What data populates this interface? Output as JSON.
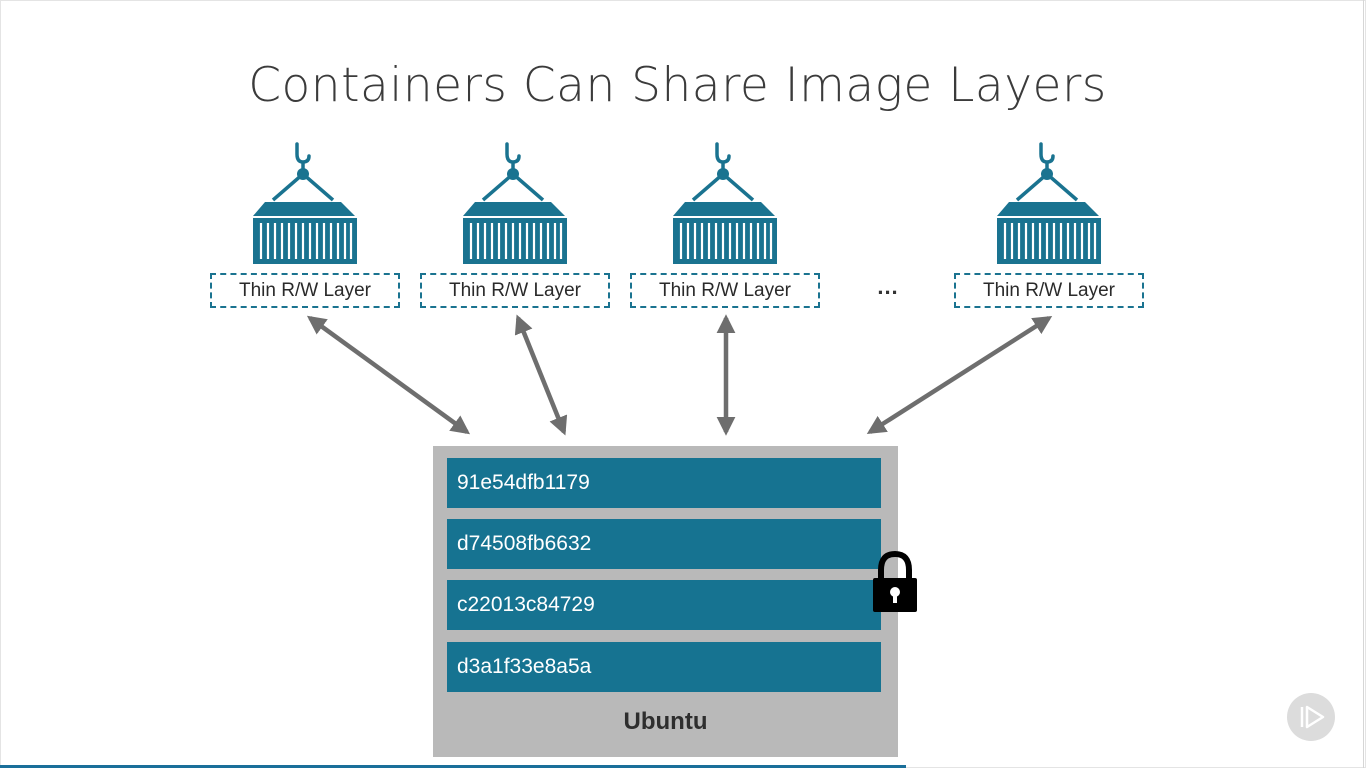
{
  "slide": {
    "title": "Containers Can Share Image Layers"
  },
  "containers": [
    {
      "label": "Thin R/W Layer",
      "icon": "shipping-container-icon"
    },
    {
      "label": "Thin R/W Layer",
      "icon": "shipping-container-icon"
    },
    {
      "label": "Thin R/W Layer",
      "icon": "shipping-container-icon"
    },
    {
      "label": "Thin R/W Layer",
      "icon": "shipping-container-icon"
    }
  ],
  "ellipsis": "...",
  "image": {
    "name": "Ubuntu",
    "layers": [
      "91e54dfb1179",
      "d74508fb6632",
      "c22013c84729",
      "d3a1f33e8a5a"
    ],
    "lock_icon": "lock-icon"
  },
  "player": {
    "play_icon": "play-icon",
    "progress": 0.663
  },
  "colors": {
    "container": "#1a7390",
    "layer": "#167391",
    "image_background": "#b9b9b9",
    "arrow": "#6e6e6e",
    "progress": "#1a6f9a"
  }
}
